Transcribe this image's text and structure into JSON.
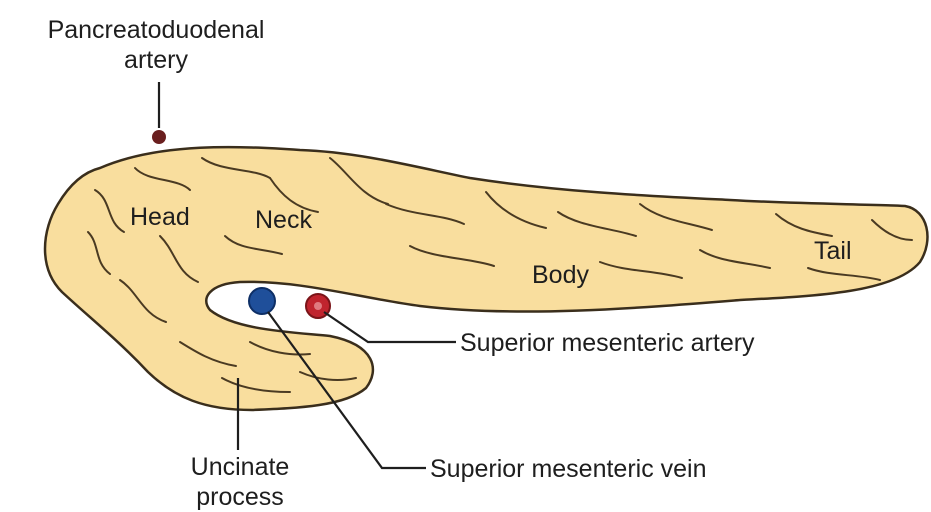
{
  "labels": {
    "pancreatoduodenal_line1": "Pancreatoduodenal",
    "pancreatoduodenal_line2": "artery",
    "head": "Head",
    "neck": "Neck",
    "body": "Body",
    "tail": "Tail",
    "superior_mesenteric_artery": "Superior mesenteric artery",
    "superior_mesenteric_vein": "Superior mesenteric vein",
    "uncinate_line1": "Uncinate",
    "uncinate_line2": "process"
  },
  "colors": {
    "pancreas_fill": "#f9de9e",
    "pancreas_outline": "#3a2e1c",
    "artery": "#c0242e",
    "vein": "#1f4f9a",
    "pancreatoduodenal_artery": "#6a1f1f"
  }
}
